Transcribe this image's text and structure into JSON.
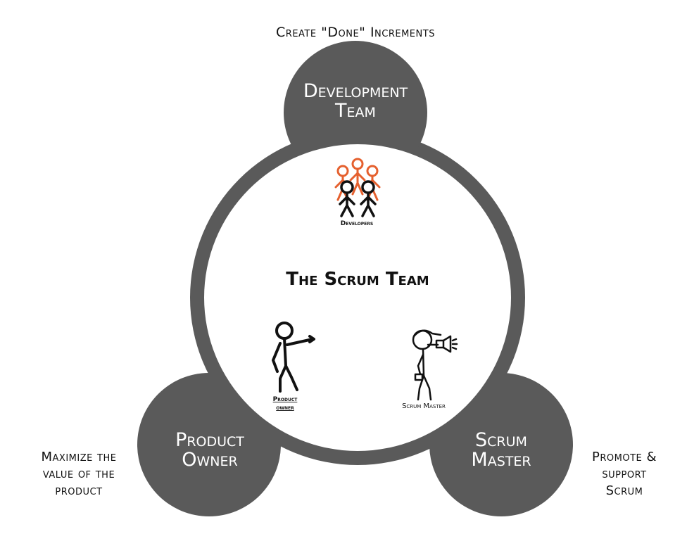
{
  "diagram": {
    "title": "The Scrum Team",
    "colors": {
      "ring": "#5a5a5a",
      "inner": "#ffffff",
      "accent": "#e5602e",
      "figure": "#111111"
    },
    "roles": {
      "development_team": {
        "label_line1": "Development",
        "label_line2": "Team",
        "note": "Create \"Done\" Increments",
        "icon": "developers-group-icon",
        "icon_label": "Developers"
      },
      "product_owner": {
        "label_line1": "Product",
        "label_line2": "Owner",
        "note_line1": "Maximize the",
        "note_line2": "value of the",
        "note_line3": "product",
        "icon": "pointing-person-icon",
        "icon_label_line1": "Product",
        "icon_label_line2": "owner"
      },
      "scrum_master": {
        "label_line1": "Scrum",
        "label_line2": "Master",
        "note_line1": "Promote &",
        "note_line2": "support",
        "note_line3": "Scrum",
        "icon": "megaphone-person-icon",
        "icon_label": "Scrum Master"
      }
    }
  }
}
